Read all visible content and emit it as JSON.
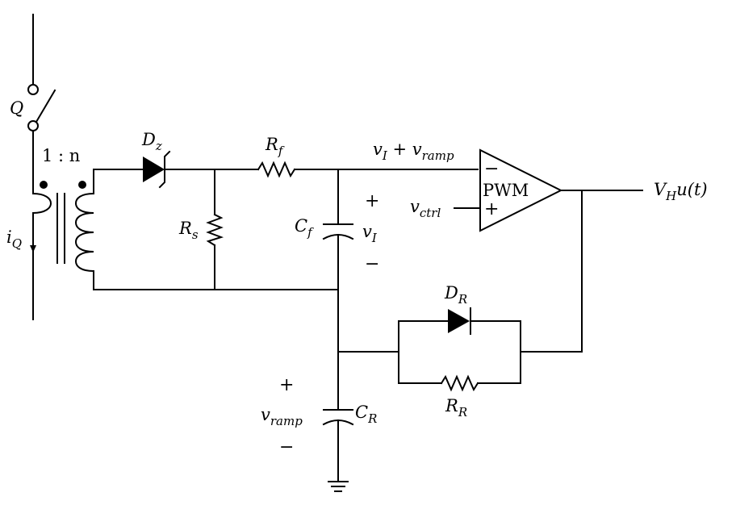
{
  "labels": {
    "switch": "Q",
    "turns_ratio": "1 : n",
    "current_sym": "i",
    "current_sub": "Q",
    "zener_sym": "D",
    "zener_sub": "z",
    "rs_sym": "R",
    "rs_sub": "s",
    "rf_sym": "R",
    "rf_sub": "f",
    "cf_sym": "C",
    "cf_sub": "f",
    "vi_sym": "v",
    "vi_sub": "I",
    "sum_v1": "v",
    "sum_s1": "I",
    "sum_plus": " + ",
    "sum_v2": "v",
    "sum_s2": "ramp",
    "pwm": "PWM",
    "pwm_minus": "−",
    "pwm_plus": "+",
    "vctrl_sym": "v",
    "vctrl_sub": "ctrl",
    "out_v": "V",
    "out_sub": "H",
    "out_rest": "u(t)",
    "dr_sym": "D",
    "dr_sub": "R",
    "rr_sym": "R",
    "rr_sub": "R",
    "cr_sym": "C",
    "cr_sub": "R",
    "vramp_sym": "v",
    "vramp_sub": "ramp",
    "plus": "+",
    "minus": "−"
  }
}
